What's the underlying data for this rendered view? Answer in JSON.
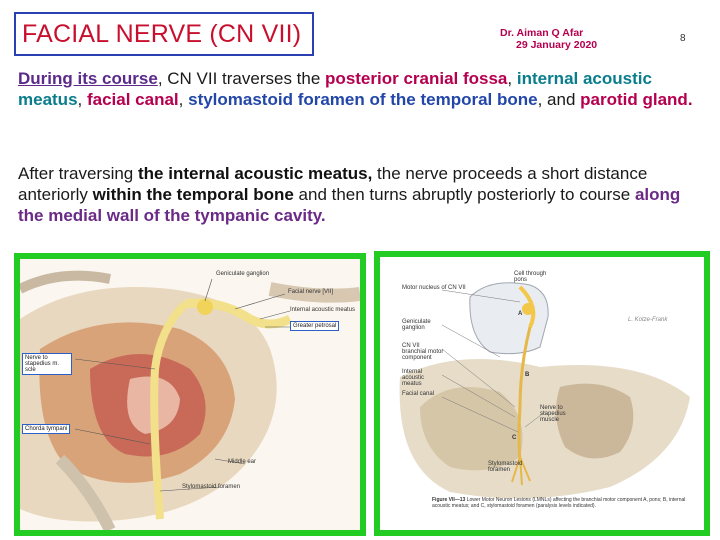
{
  "header": {
    "title": "FACIAL NERVE (CN VII)",
    "author_line1": "Dr. Aiman Q Afar",
    "author_line2": "29  January  2020",
    "page_number": "8"
  },
  "para1": {
    "s1": "During its course",
    "s2": ", CN VII traverses the ",
    "s3": "posterior cranial fossa",
    "s4": ", ",
    "s5": "internal acoustic meatus",
    "s6": ", ",
    "s7": "facial canal",
    "s8": ", ",
    "s9": "stylomastoid foramen of the temporal bone",
    "s10": ", and ",
    "s11": "parotid gland."
  },
  "para2": {
    "s1": "After traversing ",
    "s2": "the internal acoustic meatus,",
    "s3": " the nerve proceeds a short distance anteriorly ",
    "s4": "within the temporal bone",
    "s5": " and then turns abruptly posteriorly to course ",
    "s6": "along the medial wall of the tympanic cavity."
  },
  "figure1": {
    "labels": {
      "geniculate": "Geniculate ganglion",
      "facial": "Facial nerve [VII]",
      "internal": "Internal acoustic meatus",
      "petrosal": "Greater petrosal",
      "stapedius": "Nerve to stapedius m. scle",
      "chorda": "Chorda tympani",
      "middle_ear": "Middle ear",
      "stylomastoid": "Stylomastoid foramen"
    }
  },
  "figure2": {
    "labels": {
      "cell": "Cell through pons",
      "motor": "Motor nucleus of CN VII",
      "genic": "Geniculate ganglion",
      "branchial": "CN VII branchial motor component",
      "iam": "Internal acoustic meatus",
      "facial_canal": "Facial canal",
      "to_stapedius": "Nerve to stapedius muscle",
      "stylomastoid": "Stylomastoid foramen",
      "a": "A",
      "b": "B",
      "c": "C"
    },
    "caption_bold": "Figure VII—13",
    "caption_text": "Lower Motor Neuron Lesions (LMNLs) affecting the branchial motor component A, pons; B, internal acoustic meatus; and C, stylomastoid foramen (paralysis levels indicated).",
    "signature": "L. Kotze-Frank"
  }
}
